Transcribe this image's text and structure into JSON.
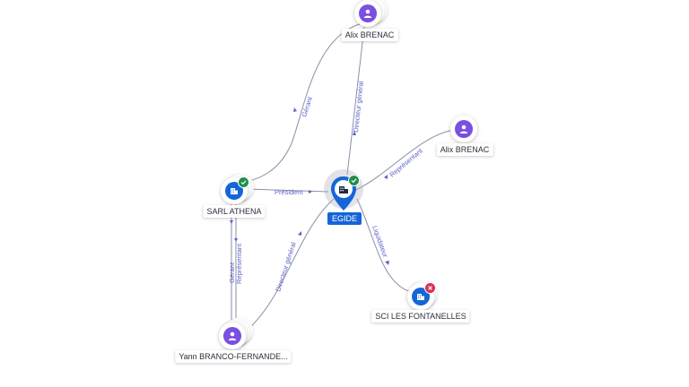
{
  "colors": {
    "person": "#7b4fe0",
    "company": "#1565d8",
    "active_badge": "#1f8f4e",
    "closed_badge": "#d9304f",
    "edge": "#8a8fa8",
    "edge_label": "#5b62c8"
  },
  "nodes": [
    {
      "id": "alix_top",
      "label": "Alix BRENAC",
      "kind": "person",
      "icon": "person-icon"
    },
    {
      "id": "alix_right",
      "label": "Alix BRENAC",
      "kind": "person",
      "icon": "person-icon"
    },
    {
      "id": "egide",
      "label": "EGIDE",
      "kind": "company",
      "icon": "building-icon",
      "status": "active",
      "focus": true
    },
    {
      "id": "sarl_athena",
      "label": "SARL ATHENA",
      "kind": "company",
      "icon": "building-icon",
      "status": "active"
    },
    {
      "id": "sci",
      "label": "SCI LES FONTANELLES",
      "kind": "company",
      "icon": "building-icon",
      "status": "closed"
    },
    {
      "id": "yann",
      "label": "Yann BRANCO-FERNANDE...",
      "kind": "person",
      "icon": "person-icon"
    }
  ],
  "edges": [
    {
      "id": "e1",
      "label": "Gérant",
      "from": "alix_top",
      "to": "sarl_athena"
    },
    {
      "id": "e2",
      "label": "Directeur général",
      "from": "alix_top",
      "to": "egide"
    },
    {
      "id": "e3",
      "label": "Représentant",
      "from": "alix_right",
      "to": "egide"
    },
    {
      "id": "e4",
      "label": "Président",
      "from": "sarl_athena",
      "to": "egide"
    },
    {
      "id": "e5",
      "label": "Directeur général",
      "from": "yann",
      "to": "egide"
    },
    {
      "id": "e6",
      "label": "Liquidateur",
      "from": "egide",
      "to": "sci"
    },
    {
      "id": "e7",
      "label": "Gérant",
      "from": "yann",
      "to": "sarl_athena"
    },
    {
      "id": "e8",
      "label": "Représentant",
      "from": "yann",
      "to": "sarl_athena"
    }
  ]
}
